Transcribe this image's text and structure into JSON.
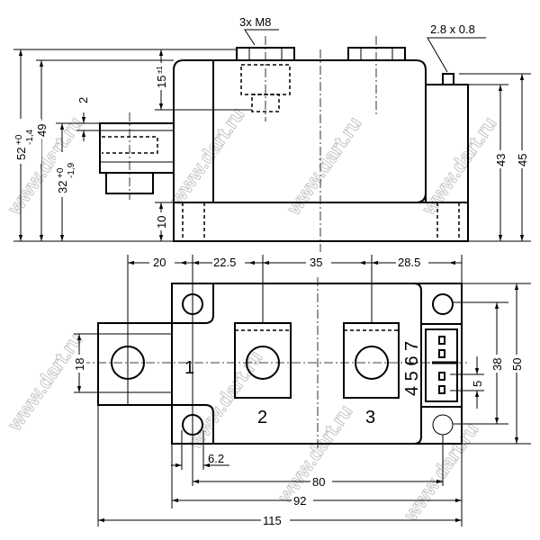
{
  "watermark": "www.dart.ru",
  "side_view": {
    "thread_label": "3x M8",
    "tab_label": "2.8 x 0.8",
    "dim_total_height": "52",
    "dim_total_height_tol_upper": "+0",
    "dim_total_height_tol_lower": "-1,4",
    "dim_49": "49",
    "dim_32": "32",
    "dim_32_tol_upper": "+0",
    "dim_32_tol_lower": "-1,9",
    "dim_2": "2",
    "dim_15": "15",
    "dim_15_tol": "±1",
    "dim_10": "10",
    "dim_43": "43",
    "dim_45": "45"
  },
  "top_view": {
    "dim_20": "20",
    "dim_22_5": "22.5",
    "dim_35": "35",
    "dim_28_5": "28.5",
    "dim_18": "18",
    "dim_38": "38",
    "dim_50": "50",
    "dim_5": "5",
    "dim_6_2": "6.2",
    "dim_80": "80",
    "dim_92": "92",
    "dim_115": "115",
    "terminal_1": "1",
    "terminal_2": "2",
    "terminal_3": "3",
    "aux_terminals": "4 5 6 7"
  }
}
